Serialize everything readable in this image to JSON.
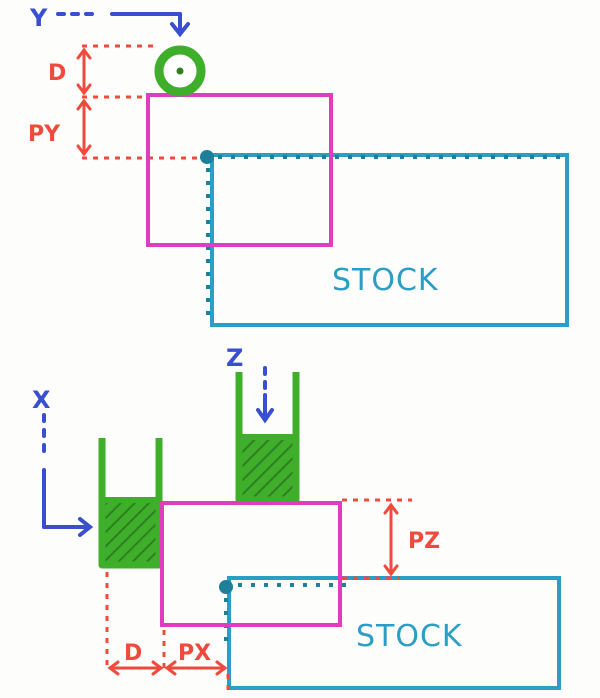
{
  "top_view": {
    "axis_label": "Y",
    "dim_tool_label": "D",
    "dim_offset_label": "PY",
    "stock_label": "STOCK"
  },
  "side_view": {
    "axis_x_label": "X",
    "axis_z_label": "Z",
    "dim_tool_label": "D",
    "dim_offset_x_label": "PX",
    "dim_offset_z_label": "PZ",
    "stock_label": "STOCK"
  },
  "colors": {
    "axis_arrow": "#3a4fcf",
    "dimension": "#ef4a3c",
    "probe_part": "#e03cc0",
    "stock": "#2a9ec4",
    "tool": "#3fae2a",
    "tool_hatch": "#2f7f22"
  }
}
